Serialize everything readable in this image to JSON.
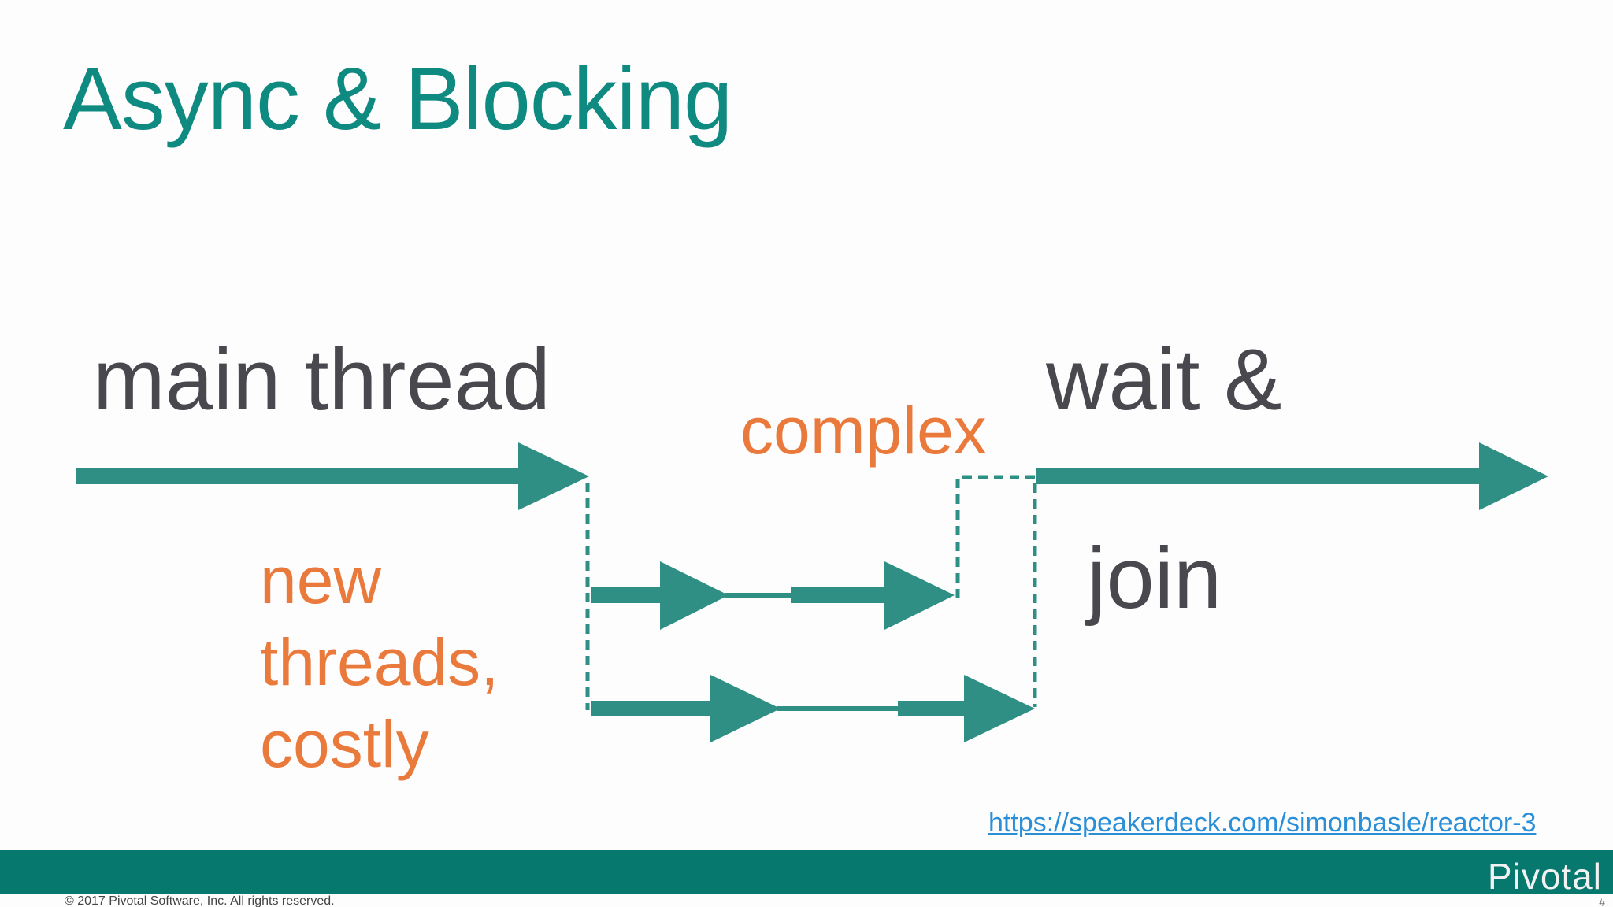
{
  "slide": {
    "title": "Async & Blocking",
    "labels": {
      "main_thread": "main thread",
      "wait": "wait &",
      "join": "join",
      "complex": "complex",
      "new_threads": "new threads, costly"
    },
    "link": "https://speakerdeck.com/simonbasle/reactor-3",
    "brand": "Pivotal",
    "copyright": "© 2017 Pivotal Software, Inc.  All rights reserved.",
    "page_mark": "#"
  },
  "colors": {
    "title": "#0f8a80",
    "arrow": "#2f8f84",
    "dark_text": "#48484e",
    "orange_text": "#ea7a3c",
    "footer": "#06786d",
    "link": "#2b8fd8"
  },
  "icons": {
    "main_arrow": "arrow-right",
    "thread_arrow": "arrow-right",
    "fork_connector": "dotted-line",
    "join_connector": "dotted-line"
  }
}
